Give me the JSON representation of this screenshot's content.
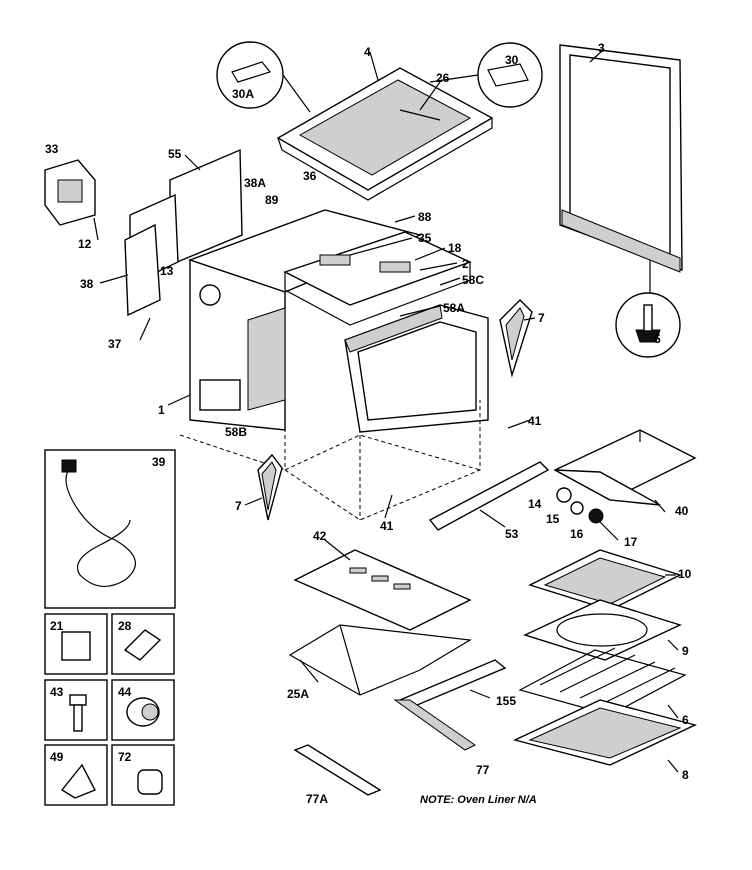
{
  "labels": [
    {
      "id": "p4",
      "text": "4"
    },
    {
      "id": "p3",
      "text": "3"
    },
    {
      "id": "p30",
      "text": "30"
    },
    {
      "id": "p30a",
      "text": "30A"
    },
    {
      "id": "p26",
      "text": "26"
    },
    {
      "id": "p33",
      "text": "33"
    },
    {
      "id": "p55",
      "text": "55"
    },
    {
      "id": "p38a",
      "text": "38A"
    },
    {
      "id": "p36",
      "text": "36"
    },
    {
      "id": "p88",
      "text": "88"
    },
    {
      "id": "p89",
      "text": "89"
    },
    {
      "id": "p35",
      "text": "35"
    },
    {
      "id": "p18",
      "text": "18"
    },
    {
      "id": "p2",
      "text": "2"
    },
    {
      "id": "p58c",
      "text": "58C"
    },
    {
      "id": "p12",
      "text": "12"
    },
    {
      "id": "p38",
      "text": "38"
    },
    {
      "id": "p13",
      "text": "13"
    },
    {
      "id": "p58a",
      "text": "58A"
    },
    {
      "id": "p7a",
      "text": "7"
    },
    {
      "id": "p5",
      "text": "5"
    },
    {
      "id": "p37",
      "text": "37"
    },
    {
      "id": "p1",
      "text": "1"
    },
    {
      "id": "p58b",
      "text": "58B"
    },
    {
      "id": "p41a",
      "text": "41"
    },
    {
      "id": "p39",
      "text": "39"
    },
    {
      "id": "p7b",
      "text": "7"
    },
    {
      "id": "p41b",
      "text": "41"
    },
    {
      "id": "p14",
      "text": "14"
    },
    {
      "id": "p15",
      "text": "15"
    },
    {
      "id": "p16",
      "text": "16"
    },
    {
      "id": "p17",
      "text": "17"
    },
    {
      "id": "p40",
      "text": "40"
    },
    {
      "id": "p53",
      "text": "53"
    },
    {
      "id": "p42",
      "text": "42"
    },
    {
      "id": "p10",
      "text": "10"
    },
    {
      "id": "p21",
      "text": "21"
    },
    {
      "id": "p28",
      "text": "28"
    },
    {
      "id": "p9",
      "text": "9"
    },
    {
      "id": "p25a",
      "text": "25A"
    },
    {
      "id": "p155",
      "text": "155"
    },
    {
      "id": "p6",
      "text": "6"
    },
    {
      "id": "p43",
      "text": "43"
    },
    {
      "id": "p44",
      "text": "44"
    },
    {
      "id": "p49",
      "text": "49"
    },
    {
      "id": "p72",
      "text": "72"
    },
    {
      "id": "p77",
      "text": "77"
    },
    {
      "id": "p8",
      "text": "8"
    },
    {
      "id": "p77a",
      "text": "77A"
    }
  ],
  "note": "NOTE: Oven Liner N/A"
}
